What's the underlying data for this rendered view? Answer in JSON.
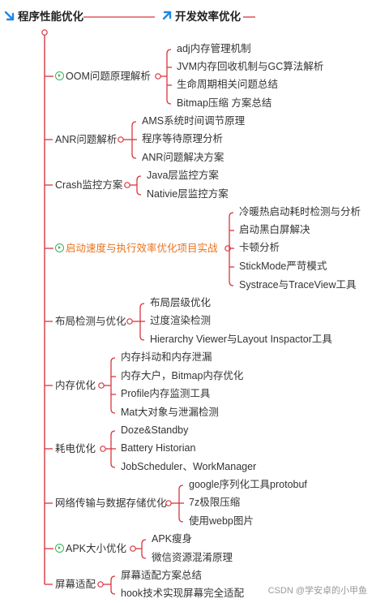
{
  "header": {
    "left_title": "程序性能优化",
    "right_title": "开发效率优化",
    "arrow_color": "#1e88e5"
  },
  "colors": {
    "line": "#d9363e",
    "highlight_text": "#e8731e",
    "play_icon": "#3cb05a"
  },
  "branches": [
    {
      "label": "OOM问题原理解析",
      "icon": "play-circle-icon",
      "items": [
        "adj内存管理机制",
        "JVM内存回收机制与GC算法解析",
        "生命周期相关问题总结",
        "Bitmap压缩 方案总结"
      ]
    },
    {
      "label": "ANR问题解析",
      "items": [
        "AMS系统时间调节原理",
        "程序等待原理分析",
        "ANR问题解决方案"
      ]
    },
    {
      "label": "Crash监控方案",
      "items": [
        "Java层监控方案",
        "Nativie层监控方案"
      ]
    },
    {
      "label": "启动速度与执行效率优化项目实战",
      "icon": "play-circle-icon",
      "highlight": true,
      "items": [
        "冷暖热启动耗时检测与分析",
        "启动黑白屏解决",
        "卡顿分析",
        "StickMode严苛模式",
        "Systrace与TraceView工具"
      ]
    },
    {
      "label": "布局检测与优化",
      "items": [
        "布局层级优化",
        "过度渲染检测",
        "Hierarchy Viewer与Layout Inspactor工具"
      ]
    },
    {
      "label": "内存优化",
      "items": [
        "内存抖动和内存泄漏",
        "内存大户，Bitmap内存优化",
        "Profile内存监测工具",
        "Mat大对象与泄漏检测"
      ]
    },
    {
      "label": "耗电优化",
      "items": [
        "Doze&Standby",
        "Battery Historian",
        "JobScheduler、WorkManager"
      ]
    },
    {
      "label": "网络传输与数据存储优化",
      "items": [
        "google序列化工具protobuf",
        "7z极限压缩",
        "使用webp图片"
      ]
    },
    {
      "label": "APK大小优化",
      "icon": "play-circle-icon",
      "items": [
        "APK瘦身",
        "微信资源混淆原理"
      ]
    },
    {
      "label": "屏幕适配",
      "items": [
        "屏幕适配方案总结",
        "hook技术实现屏幕完全适配"
      ]
    }
  ],
  "watermark": "CSDN @学安卓的小甲鱼"
}
